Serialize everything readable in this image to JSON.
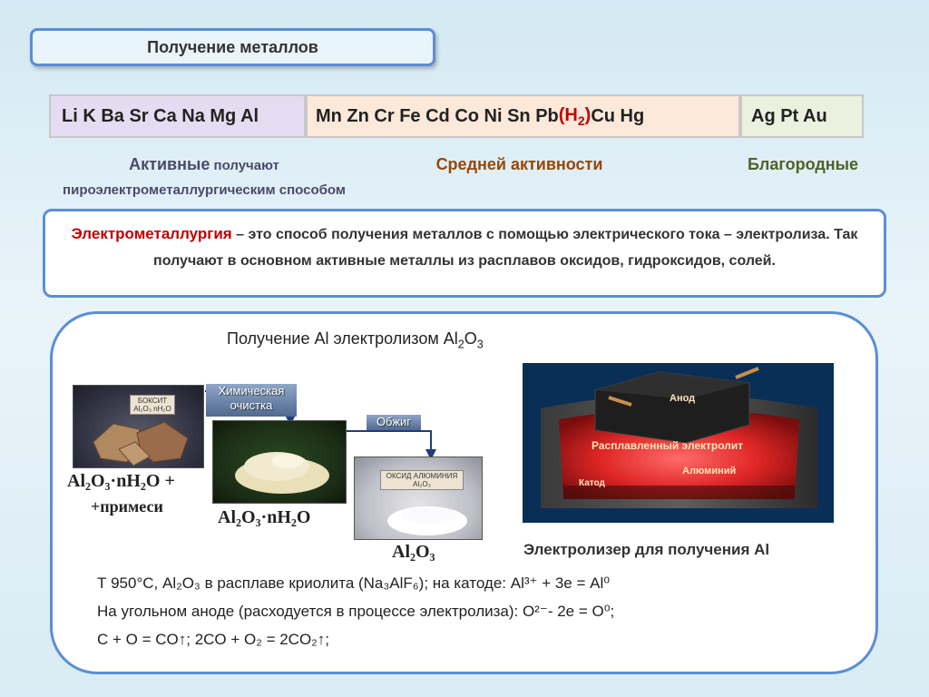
{
  "title": "Получение металлов",
  "series": {
    "active": "Li K Ba Sr Ca Na Mg Al",
    "middle_before": "Mn Zn Cr Fe Cd Co Ni Sn Pb ",
    "middle_h_open": "(H",
    "middle_h_sub": "2",
    "middle_h_close": ")",
    "middle_after": " Cu Hg",
    "noble": "Ag Pt Au"
  },
  "groups": {
    "active_word": "Активные",
    "active_get": " получают",
    "active_method": "пироэлектрометаллургическим способом",
    "middle": "Средней активности",
    "noble": "Благородные"
  },
  "definition": {
    "term": "Электрометаллургия",
    "text": " – это способ получения металлов с помощью электрического тока – электролиза. Так получают в основном активные металлы из расплавов оксидов, гидроксидов, солей."
  },
  "al_section": {
    "title_prefix": "Получение Al электролизом Al",
    "title_sub1": "2",
    "title_o": "O",
    "title_sub2": "3"
  },
  "process": {
    "card_bauxite_1": "БОКСИТ",
    "card_bauxite_2": "Al₂O₃ nH₂O",
    "card_oxide_1": "ОКСИД АЛЮМИНИЯ",
    "card_oxide_2": "Al₂O₃",
    "stage1_line1": "Химическая",
    "stage1_line2": "очистка",
    "stage2": "Обжиг",
    "formula_bauxite_line1": "Al₂O₃·nH₂O +",
    "formula_bauxite_line2": "+примеси",
    "formula_hydrate": "Al₂O₃·nH₂O",
    "formula_oxide": "Al₂O₃"
  },
  "electrolyzer": {
    "anode": "Анод",
    "electrolyte": "Расплавленный электролит",
    "aluminum": "Алюминий",
    "cathode": "Катод",
    "caption": "Электролизер для получения Al"
  },
  "equations": {
    "line1": "Т 950°С, Al₂O₃ в расплаве криолита (Na₃AlF₆); на катоде: Al³⁺ + 3е = Al⁰",
    "line2": "На угольном аноде (расходуется в процессе электролиза): O²⁻- 2e = O⁰;",
    "line3": "C + O = CO↑;  2CO + O₂ = 2CO₂↑;"
  },
  "colors": {
    "accent_border": "#5b8ed6",
    "active_bg": "#e6dcf1",
    "middle_bg": "#fde9d9",
    "noble_bg": "#ebf1de",
    "term_red": "#c00000",
    "middle_label": "#974706",
    "noble_label": "#4f6228"
  }
}
